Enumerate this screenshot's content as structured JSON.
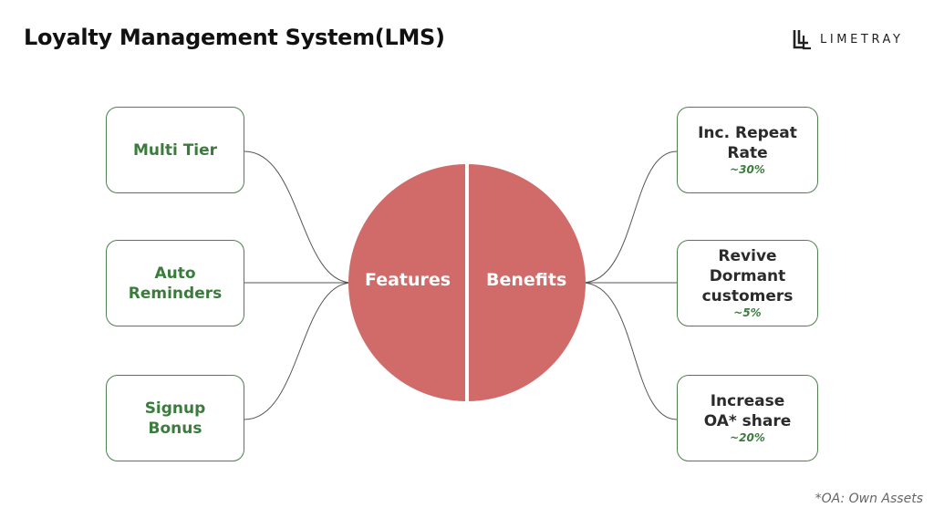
{
  "header": {
    "title": "Loyalty Management System(LMS)",
    "brand_name": "LIMETRAY",
    "brand_icon": "limetray-logo-icon"
  },
  "hub": {
    "left_label": "Features",
    "right_label": "Benefits",
    "color": "#d06b69"
  },
  "features": [
    {
      "label": "Multi Tier"
    },
    {
      "label": "Auto\nReminders"
    },
    {
      "label": "Signup\nBonus"
    }
  ],
  "benefits": [
    {
      "label": "Inc. Repeat\nRate",
      "value": "~30%"
    },
    {
      "label": "Revive\nDormant\ncustomers",
      "value": "~5%"
    },
    {
      "label": "Increase\nOA* share",
      "value": "~20%"
    }
  ],
  "footnote": "*OA: Own Assets",
  "colors": {
    "box_border": "#4f7f4f",
    "feature_text": "#3b7c3d",
    "benefit_text": "#2b2b2b",
    "value_text": "#3b7c3d"
  }
}
